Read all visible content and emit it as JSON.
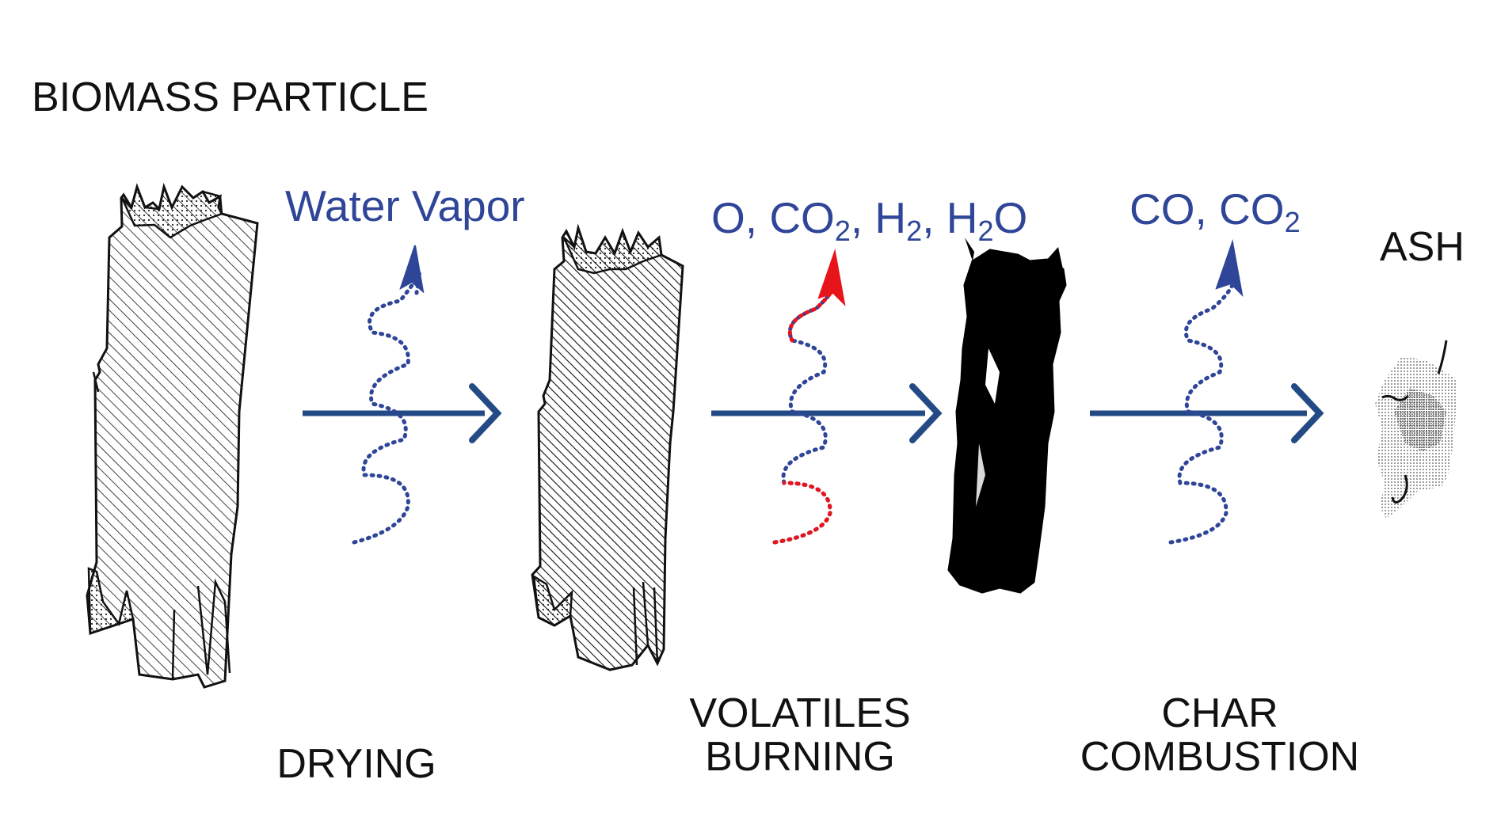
{
  "title": "BIOMASS PARTICLE",
  "stages": {
    "drying": {
      "label": "DRYING"
    },
    "volatiles": {
      "line1": "VOLATILES",
      "line2": "BURNING"
    },
    "char": {
      "line1": "CHAR",
      "line2": "COMBUSTION"
    },
    "ash": {
      "label": "ASH"
    }
  },
  "gases": {
    "water": {
      "text": "Water Vapor"
    },
    "volatiles": {
      "parts": [
        {
          "t": "O, CO"
        },
        {
          "s": "2"
        },
        {
          "t": ", H"
        },
        {
          "s": "2"
        },
        {
          "t": ", H"
        },
        {
          "s": "2"
        },
        {
          "t": "O"
        }
      ]
    },
    "char": {
      "parts": [
        {
          "t": "CO, CO"
        },
        {
          "s": "2"
        }
      ]
    }
  },
  "colors": {
    "arrow": "#244a86",
    "gas_text": "#2f4598",
    "wave_blue": "#2f4598",
    "wave_red": "#e8141b",
    "char_fill": "#000000"
  }
}
